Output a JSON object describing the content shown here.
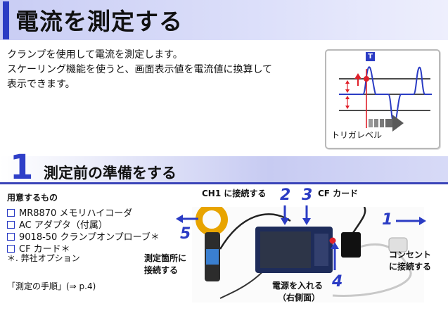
{
  "title": "電流を測定する",
  "intro": {
    "line1": "クランプを使用して電流を測定します。",
    "line2": "スケーリング機能を使うと、画面表示値を電流値に換算して",
    "line3": "表示できます。"
  },
  "diagram": {
    "trigger_marker": "T",
    "trigger_level_label": "トリガレベル"
  },
  "section": {
    "number": "1",
    "title": "測定前の準備をする"
  },
  "prep": {
    "heading": "用意するもの",
    "items": [
      "MR8870 メモリハイコーダ",
      "AC アダプタ（付属）",
      "9018-50 クランプオンプローブ＊",
      "CF カード＊"
    ],
    "footnote": "＊. 弊社オプション",
    "procedure_ref": "「測定の手順」(⇒ p.4)"
  },
  "callouts": {
    "ch1": "CH1 に接続する",
    "cf": "CF カード",
    "outlet_line1": "コンセント",
    "outlet_line2": "に接続する",
    "measure_line1": "測定箇所に",
    "measure_line2": "接続する",
    "power_line1": "電源を入れる",
    "power_line2": "（右側面）"
  },
  "steps": {
    "s1": "1",
    "s2": "2",
    "s3": "3",
    "s4": "4",
    "s5": "5"
  },
  "colors": {
    "accent": "#2b3cc4",
    "marker_red": "#e0202a",
    "title_bg": "#c9cdf4"
  }
}
